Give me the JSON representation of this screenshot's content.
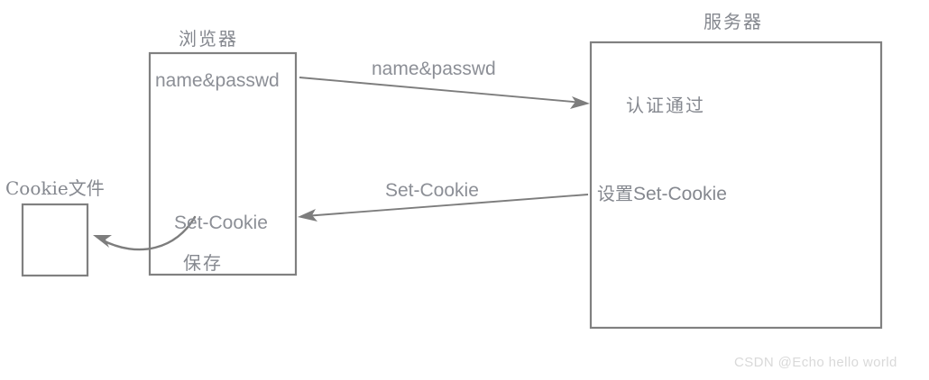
{
  "diagram": {
    "title_browser": "浏览器",
    "title_server": "服务器",
    "cookie_file_label": "Cookie文件",
    "browser_box": {
      "request_text": "name&passwd",
      "response_text": "Set-Cookie",
      "save_text": "保存"
    },
    "server_box": {
      "auth_text": "认证通过",
      "set_cookie_cn": "设置",
      "set_cookie_en": "Set-Cookie"
    },
    "arrows": [
      {
        "id": "request-arrow",
        "label": "name&passwd",
        "direction": "browser-to-server"
      },
      {
        "id": "response-arrow",
        "label": "Set-Cookie",
        "direction": "server-to-browser"
      },
      {
        "id": "save-arrow",
        "label": "保存",
        "direction": "browser-to-cookie-file"
      }
    ],
    "watermark": "CSDN @Echo hello world",
    "colors": {
      "stroke": "#808080",
      "text": "#85888f",
      "latin_text": "#8c8f96",
      "watermark": "#d9d9d9",
      "background": "#ffffff"
    }
  }
}
